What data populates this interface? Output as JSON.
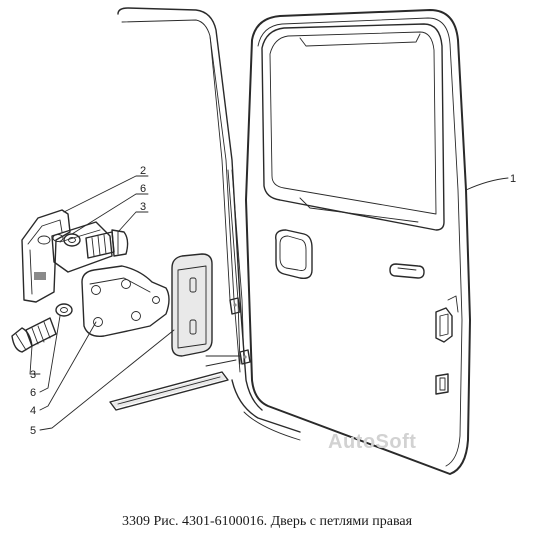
{
  "caption": "3309 Рис. 4301-6100016. Дверь с петлями правая",
  "watermark": "AutoSoft",
  "callouts": {
    "door": "1",
    "hinge_top_label": "2",
    "washer_top_label": "6",
    "bolt_top_label": "3",
    "bolt_bottom_label": "3",
    "washer_bottom_label": "6",
    "hinge_plate_label": "4",
    "gasket_label": "5"
  }
}
